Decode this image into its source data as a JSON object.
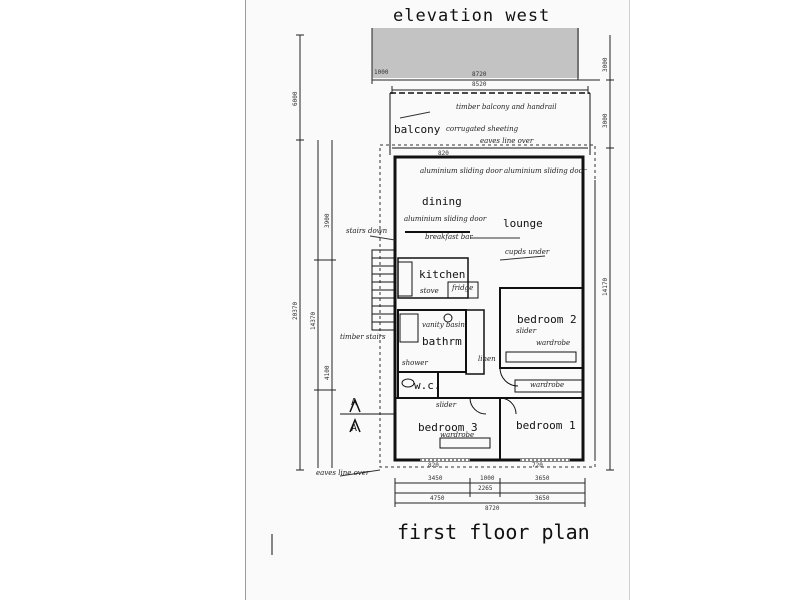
{
  "titles": {
    "elevation": "elevation west",
    "plan": "first floor plan"
  },
  "rooms": {
    "balcony": "balcony",
    "dining": "dining",
    "lounge": "lounge",
    "kitchen": "kitchen",
    "bathrm": "bathrm",
    "wc": "w.c.",
    "bedroom2": "bedroom 2",
    "bedroom3": "bedroom 3",
    "bedroom1": "bedroom 1"
  },
  "annotations": {
    "timber_balcony": "timber balcony and handrail",
    "balcony_line": "corrugated sheeting",
    "eaves_over": "eaves line over",
    "alum_door_left": "aluminium sliding door",
    "alum_door_right": "aluminium sliding door",
    "alum_door_mid": "aluminium sliding door",
    "stairs": "stairs down",
    "breakfast_bar": "breakfast bar",
    "cupds_under": "cupds under",
    "fridge": "fridge",
    "stove": "stove",
    "vanity": "vanity basin",
    "shower": "shower",
    "wardrobe_b2": "wardrobe",
    "wardrobe_hall": "wardrobe",
    "wardrobe_b3": "wardrobe",
    "linen": "linen",
    "slider_b2": "slider",
    "slider_hall": "slider",
    "timber_stairs": "timber stairs",
    "eaves_bottom": "eaves line over",
    "north_label": "A",
    "north_label2": "A"
  },
  "dimensions": {
    "top_overall": "8720",
    "top_inner": "8520",
    "top_left": "1000",
    "right_1": "3000",
    "right_2": "3000",
    "right_3": "14170",
    "left_1": "6000",
    "left_overall": "20370",
    "left_2": "14370",
    "left_3": "3900",
    "left_4": "4100",
    "bottom_a": "3450",
    "bottom_b": "1000",
    "bottom_c": "3650",
    "bottom_d": "4750",
    "bottom_e": "8720",
    "bottom_f": "3650",
    "bottom_g": "2265",
    "door_1": "820",
    "door_2": "720",
    "door_3": "820"
  },
  "colors": {
    "ink": "#111111",
    "shade": "#b8b8b8",
    "paper": "#fafafa"
  }
}
